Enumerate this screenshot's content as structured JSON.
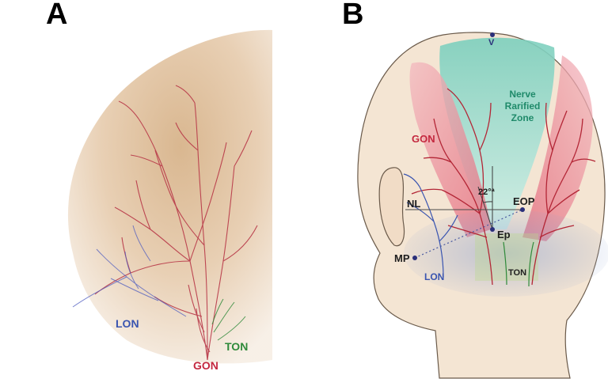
{
  "panels": {
    "a": {
      "letter": "A"
    },
    "b": {
      "letter": "B"
    }
  },
  "labels_a": {
    "lon": "LON",
    "ton": "TON",
    "gon": "GON"
  },
  "labels_b": {
    "v": "V",
    "zone_line1": "Nerve",
    "zone_line2": "Rarified",
    "zone_line3": "Zone",
    "gon": "GON",
    "angle": "22°ª",
    "eop": "EOP",
    "nl": "NL",
    "ep": "Ep",
    "mp": "MP",
    "lon": "LON",
    "ton": "TON"
  },
  "colors": {
    "gon": "#c4283f",
    "lon": "#3a55b0",
    "ton": "#2f8a3a",
    "zone": "#1f8a6a",
    "landmark": "#2a2f7a"
  }
}
